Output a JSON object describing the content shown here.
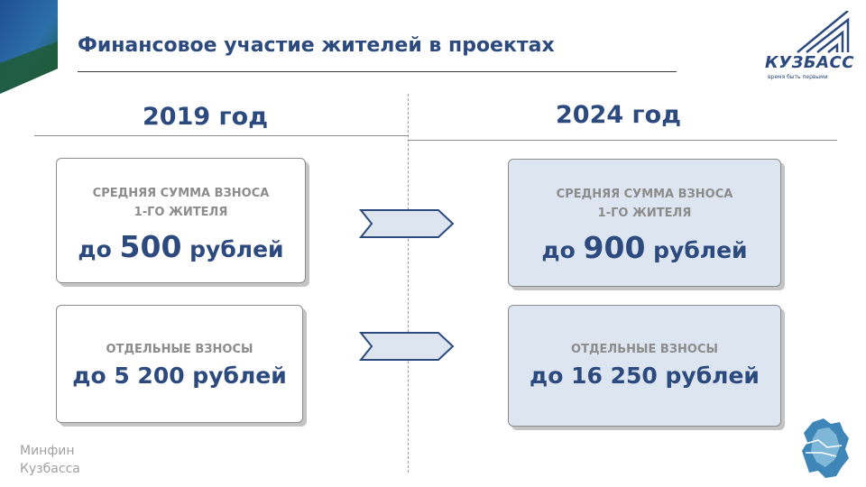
{
  "header": {
    "title": "Финансовое участие жителей в проектах",
    "logo_word": "КУЗБАСС",
    "logo_tagline": "время быть первыми"
  },
  "years": {
    "left": "2019 год",
    "right": "2024 год"
  },
  "cards": {
    "avg_2019": {
      "label_line1": "СРЕДНЯЯ СУММА ВЗНОСА",
      "label_line2": "1-ГО ЖИТЕЛЯ",
      "prefix": "до",
      "number": "500",
      "suffix": "рублей"
    },
    "avg_2024": {
      "label_line1": "СРЕДНЯЯ СУММА ВЗНОСА",
      "label_line2": "1-ГО ЖИТЕЛЯ",
      "prefix": "до",
      "number": "900",
      "suffix": "рублей"
    },
    "sep_2019": {
      "label": "ОТДЕЛЬНЫЕ ВЗНОСЫ",
      "amount": "до 5 200 рублей"
    },
    "sep_2024": {
      "label": "ОТДЕЛЬНЫЕ ВЗНОСЫ",
      "amount": "до 16 250 рублей"
    }
  },
  "footer": {
    "line1": "Минфин",
    "line2": "Кузбасса"
  },
  "colors": {
    "accent": "#2c4a7e",
    "card_blue": "#dce5f0",
    "muted_text": "#8c8c8c"
  },
  "icons": [
    "corner-decoration",
    "kuzbass-logo-icon",
    "chevron-arrow-icon",
    "kuzbass-emblem-icon"
  ]
}
